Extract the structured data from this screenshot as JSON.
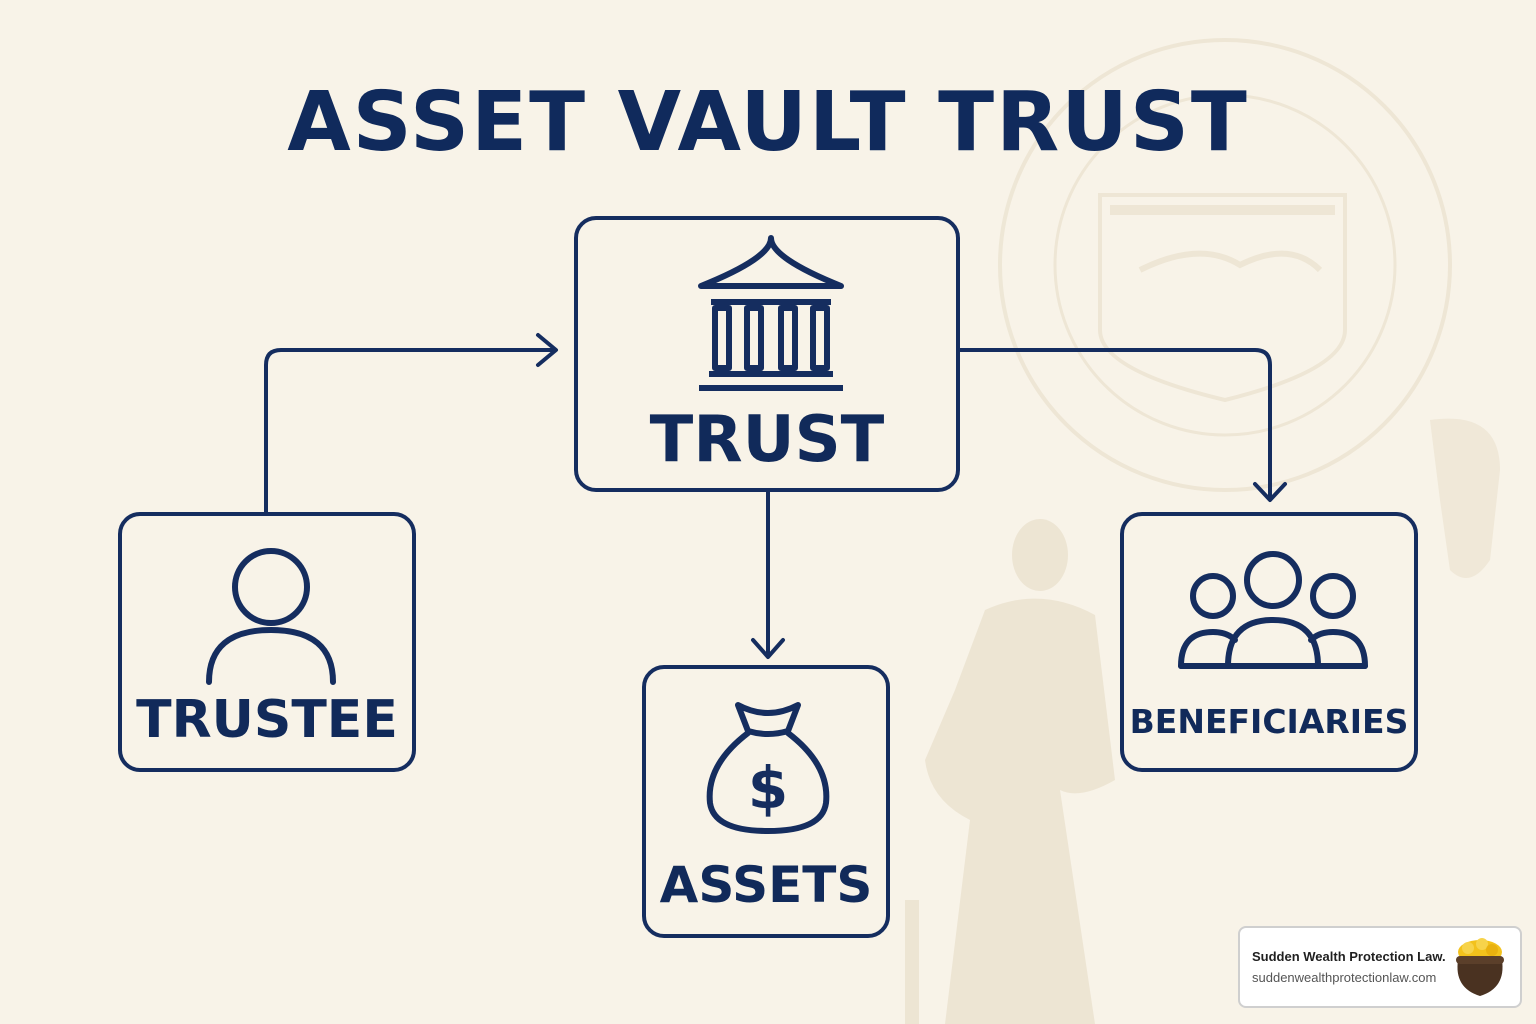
{
  "title": "ASSET VAULT TRUST",
  "nodes": {
    "trust": {
      "label": "TRUST",
      "icon": "bank-building-icon"
    },
    "trustee": {
      "label": "TRUSTEE",
      "icon": "person-icon"
    },
    "assets": {
      "label": "ASSETS",
      "icon": "money-bag-icon"
    },
    "beneficiaries": {
      "label": "BENEFICIARIES",
      "icon": "group-icon"
    }
  },
  "edges": [
    {
      "from": "trustee",
      "to": "trust"
    },
    {
      "from": "trust",
      "to": "assets"
    },
    {
      "from": "trust",
      "to": "beneficiaries"
    }
  ],
  "brand": {
    "name": "Sudden Wealth Protection Law.",
    "url": "suddenwealthprotectionlaw.com",
    "icon": "gold-pot-icon"
  },
  "background": {
    "elements": [
      "state-seal",
      "lady-justice-statue"
    ]
  },
  "colors": {
    "primary": "#152d5f",
    "background": "#f8f3e8"
  }
}
